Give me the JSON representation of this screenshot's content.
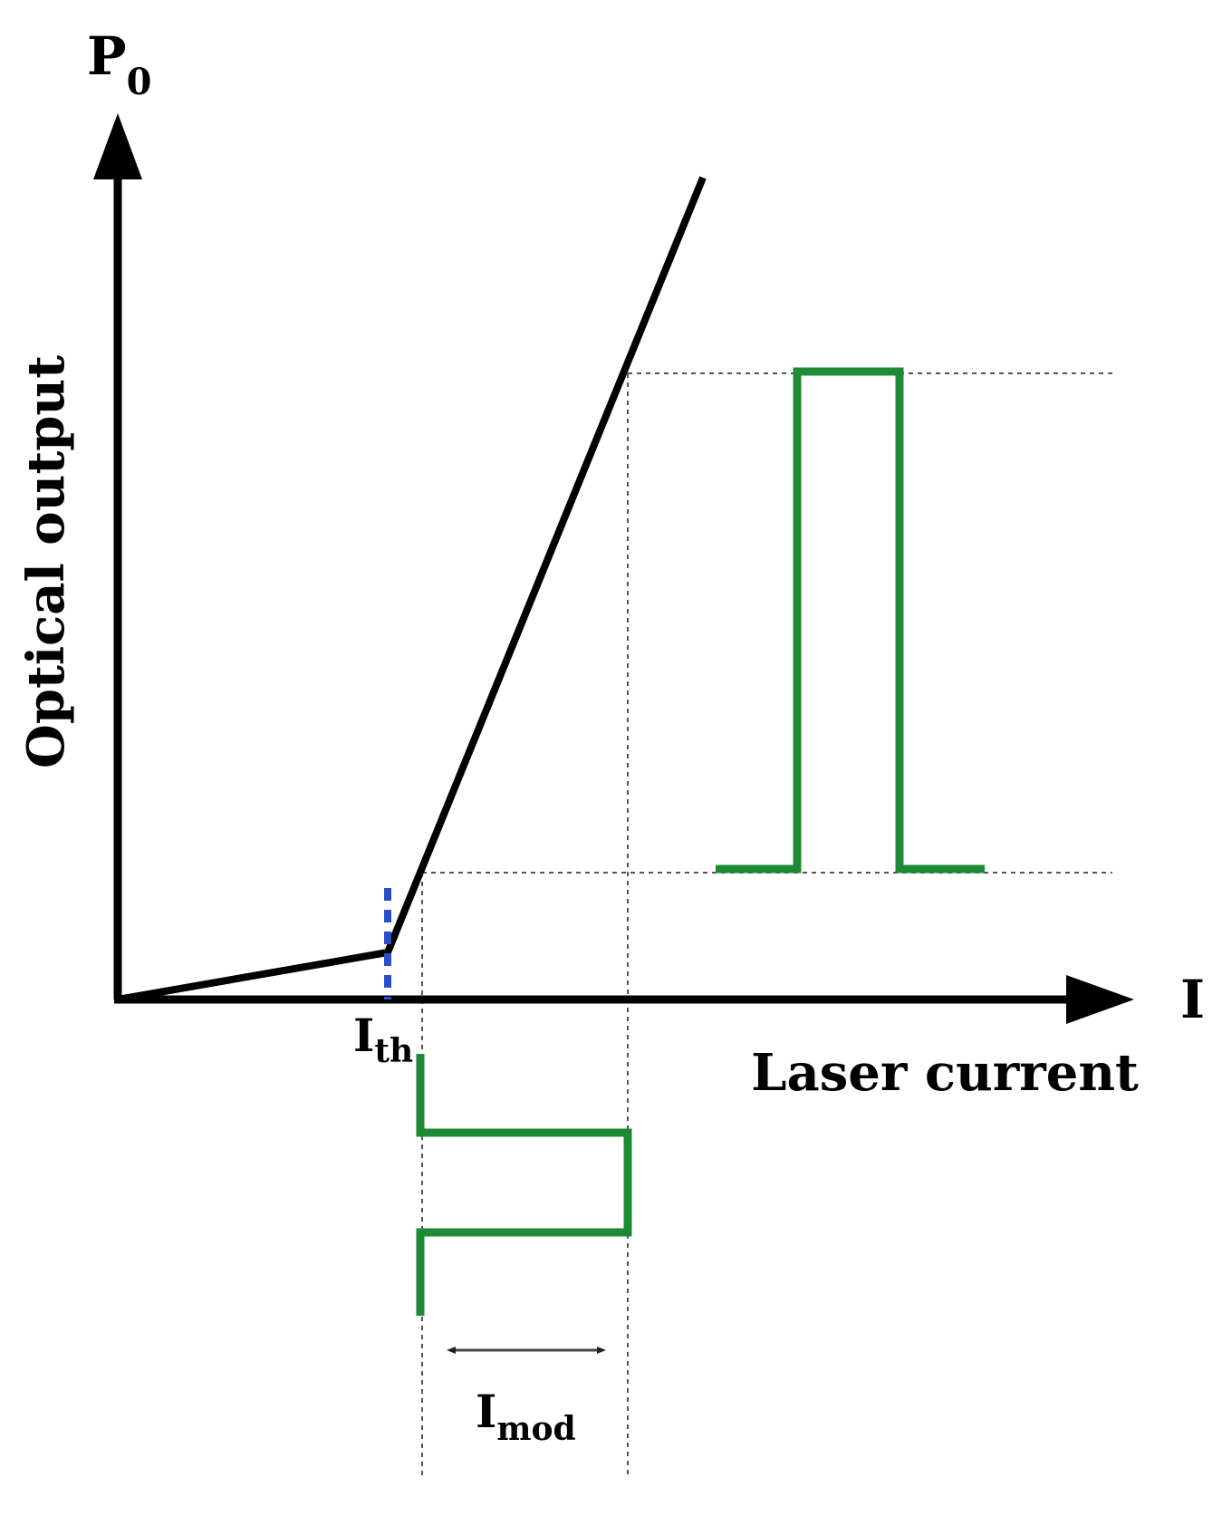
{
  "labels": {
    "y_axis_symbol": "P",
    "y_axis_symbol_sub": "0",
    "y_axis_title": "Optical output",
    "x_axis_symbol": "I",
    "x_axis_title": "Laser current",
    "threshold_symbol": "I",
    "threshold_sub": "th",
    "modulation_symbol": "I",
    "modulation_sub": "mod"
  },
  "colors": {
    "axis": "#000000",
    "curve": "#000000",
    "signal": "#1e8a36",
    "threshold_marker": "#2b4fc8",
    "guide": "#555555",
    "span_arrow": "#444444"
  }
}
